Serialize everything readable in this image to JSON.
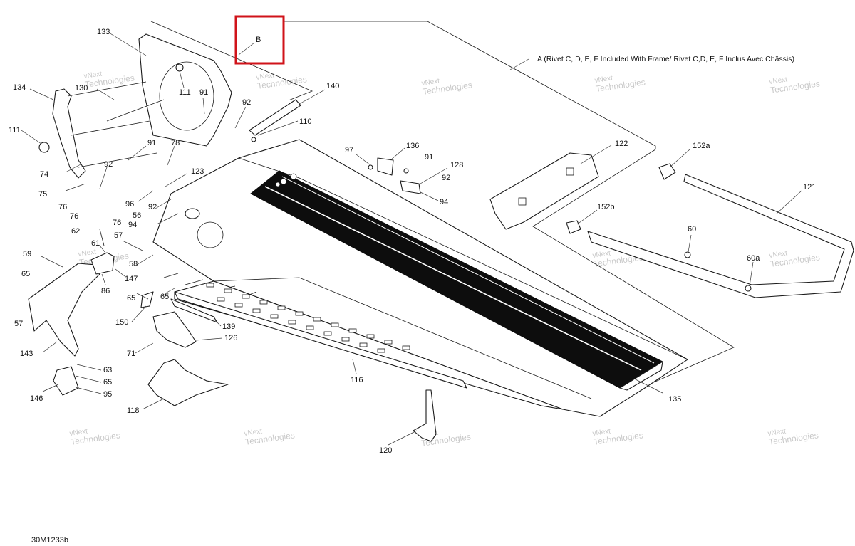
{
  "drawing_code": "30M1233b",
  "callout_a": "A (Rivet C, D, E, F Included With Frame/ Rivet C,D, E, F Inclus Avec Châssis)",
  "callout_b": "B",
  "highlight_color": "#d0131a",
  "watermark": {
    "line1": "vNext",
    "line2": "Technologies"
  },
  "labels": {
    "l133": "133",
    "l130": "130",
    "l134": "134",
    "l111a": "111",
    "l111b": "111",
    "l91a": "91",
    "l92a": "92",
    "l140": "140",
    "l110": "110",
    "l97": "97",
    "l136": "136",
    "l91b": "91",
    "l128": "128",
    "l92b": "92",
    "l94a": "94",
    "l122": "122",
    "l152a": "152a",
    "l121": "121",
    "l152b": "152b",
    "l60": "60",
    "l60a": "60a",
    "l91c": "91",
    "l78": "78",
    "l92c": "92",
    "l123": "123",
    "l74": "74",
    "l75": "75",
    "l76a": "76",
    "l76b": "76",
    "l76c": "76",
    "l96": "96",
    "l92d": "92",
    "l56": "56",
    "l94b": "94",
    "l62": "62",
    "l61": "61",
    "l57a": "57",
    "l58": "58",
    "l59": "59",
    "l65a": "65",
    "l147": "147",
    "l86": "86",
    "l65b": "65",
    "l65c": "65",
    "l57b": "57",
    "l150": "150",
    "l139": "139",
    "l143": "143",
    "l126": "126",
    "l71": "71",
    "l63": "63",
    "l65d": "65",
    "l146": "146",
    "l95": "95",
    "l116": "116",
    "l118": "118",
    "l135": "135",
    "l120": "120"
  }
}
